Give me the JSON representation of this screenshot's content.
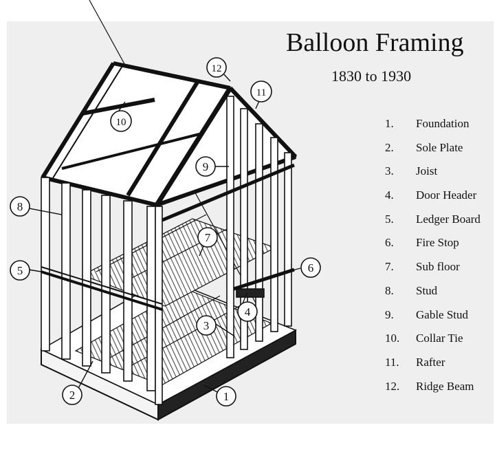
{
  "title": "Balloon Framing",
  "subtitle": "1830 to 1930",
  "legend": [
    {
      "num": "1.",
      "label": "Foundation"
    },
    {
      "num": "2.",
      "label": "Sole Plate"
    },
    {
      "num": "3.",
      "label": "Joist"
    },
    {
      "num": "4.",
      "label": "Door Header"
    },
    {
      "num": "5.",
      "label": "Ledger Board"
    },
    {
      "num": "6.",
      "label": "Fire Stop"
    },
    {
      "num": "7.",
      "label": "Sub floor"
    },
    {
      "num": "8.",
      "label": "Stud"
    },
    {
      "num": "9.",
      "label": "Gable Stud"
    },
    {
      "num": "10.",
      "label": "Collar Tie"
    },
    {
      "num": "11.",
      "label": "Rafter"
    },
    {
      "num": "12.",
      "label": "Ridge Beam"
    }
  ],
  "callouts": [
    "1",
    "2",
    "3",
    "4",
    "5",
    "6",
    "7",
    "8",
    "9",
    "10",
    "11",
    "12"
  ]
}
